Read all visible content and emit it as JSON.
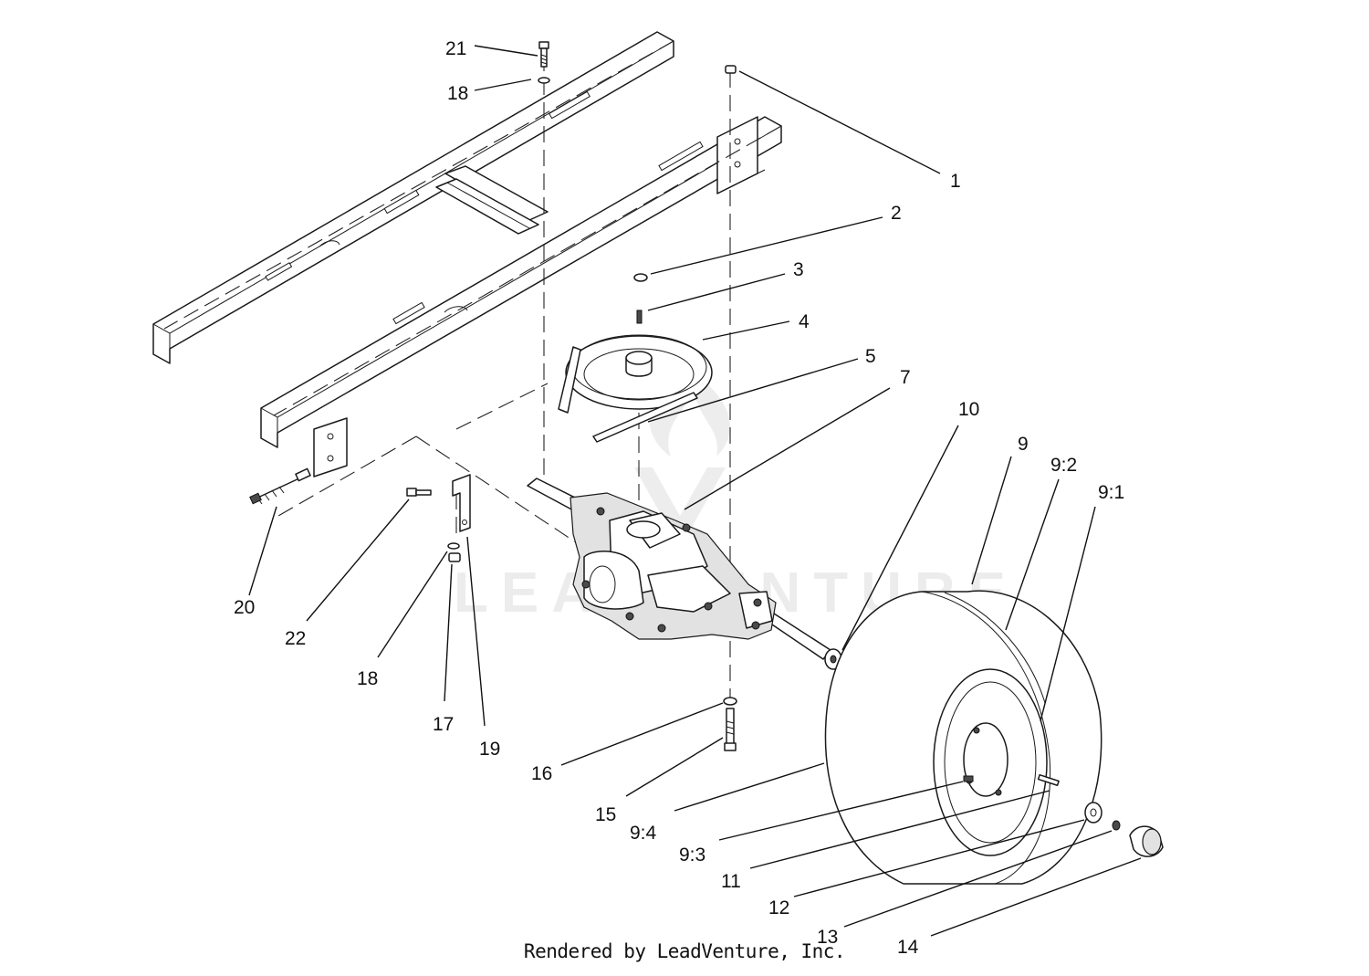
{
  "callouts": [
    {
      "id": "c1",
      "label": "1"
    },
    {
      "id": "c2",
      "label": "2"
    },
    {
      "id": "c3",
      "label": "3"
    },
    {
      "id": "c4",
      "label": "4"
    },
    {
      "id": "c5",
      "label": "5"
    },
    {
      "id": "c7",
      "label": "7"
    },
    {
      "id": "c10",
      "label": "10"
    },
    {
      "id": "c9",
      "label": "9"
    },
    {
      "id": "c9-2",
      "label": "9:2"
    },
    {
      "id": "c9-1",
      "label": "9:1"
    },
    {
      "id": "c21",
      "label": "21"
    },
    {
      "id": "c18a",
      "label": "18"
    },
    {
      "id": "c20",
      "label": "20"
    },
    {
      "id": "c22",
      "label": "22"
    },
    {
      "id": "c18b",
      "label": "18"
    },
    {
      "id": "c17",
      "label": "17"
    },
    {
      "id": "c19",
      "label": "19"
    },
    {
      "id": "c16",
      "label": "16"
    },
    {
      "id": "c15",
      "label": "15"
    },
    {
      "id": "c9-4",
      "label": "9:4"
    },
    {
      "id": "c9-3",
      "label": "9:3"
    },
    {
      "id": "c11",
      "label": "11"
    },
    {
      "id": "c12",
      "label": "12"
    },
    {
      "id": "c13",
      "label": "13"
    },
    {
      "id": "c14",
      "label": "14"
    }
  ],
  "watermark": {
    "text": "LEADVENTURE"
  },
  "footer": {
    "text": "Rendered by LeadVenture, Inc."
  }
}
